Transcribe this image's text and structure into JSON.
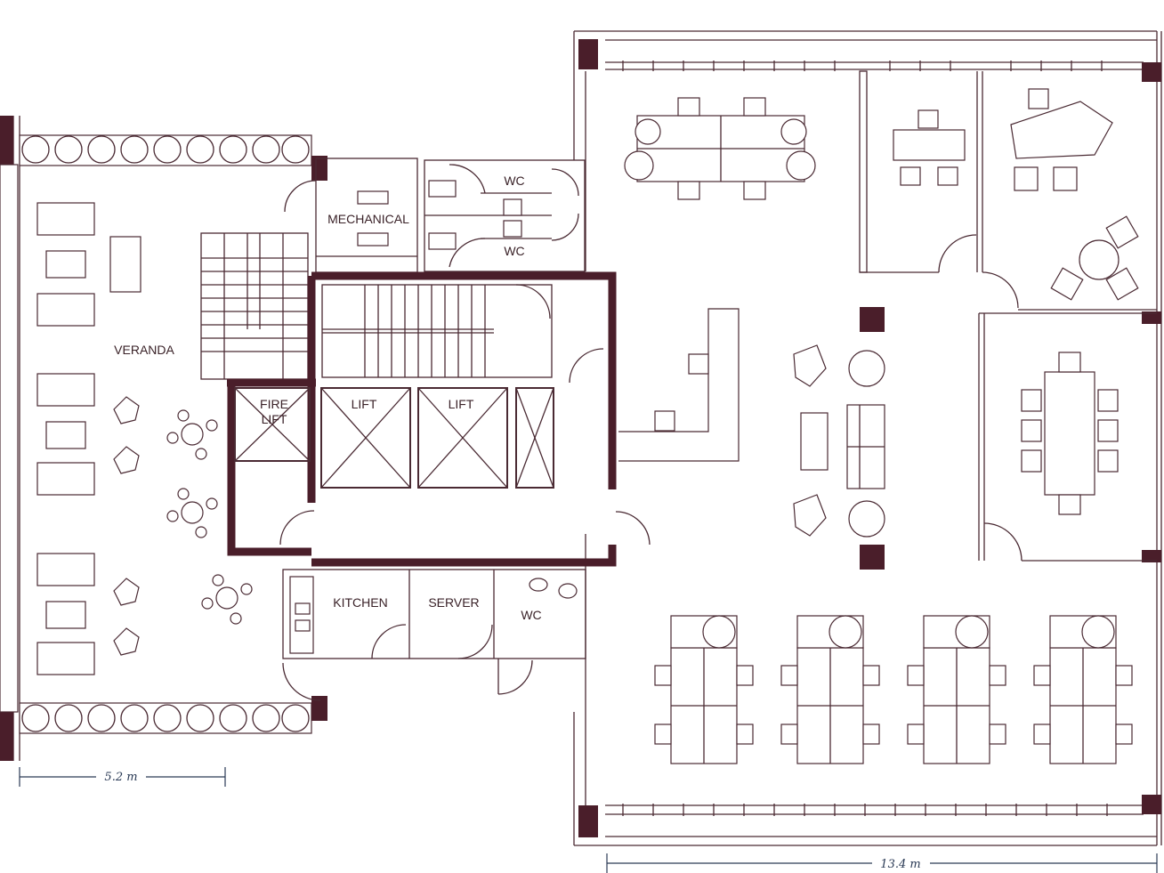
{
  "rooms": {
    "veranda": "VERANDA",
    "mechanical": "MECHANICAL",
    "wc_upper": "WC",
    "wc_middle": "WC",
    "fire_lift_line1": "FIRE",
    "fire_lift_line2": "LIFT",
    "lift_a": "LIFT",
    "lift_b": "LIFT",
    "kitchen": "KITCHEN",
    "server": "SERVER",
    "wc_lower": "WC"
  },
  "dimensions": {
    "veranda_width": "5.2 m",
    "office_width": "13.4 m"
  },
  "colors": {
    "wall": "#4a1e2a",
    "line": "#4a2a33",
    "dimension": "#2a3a55"
  }
}
